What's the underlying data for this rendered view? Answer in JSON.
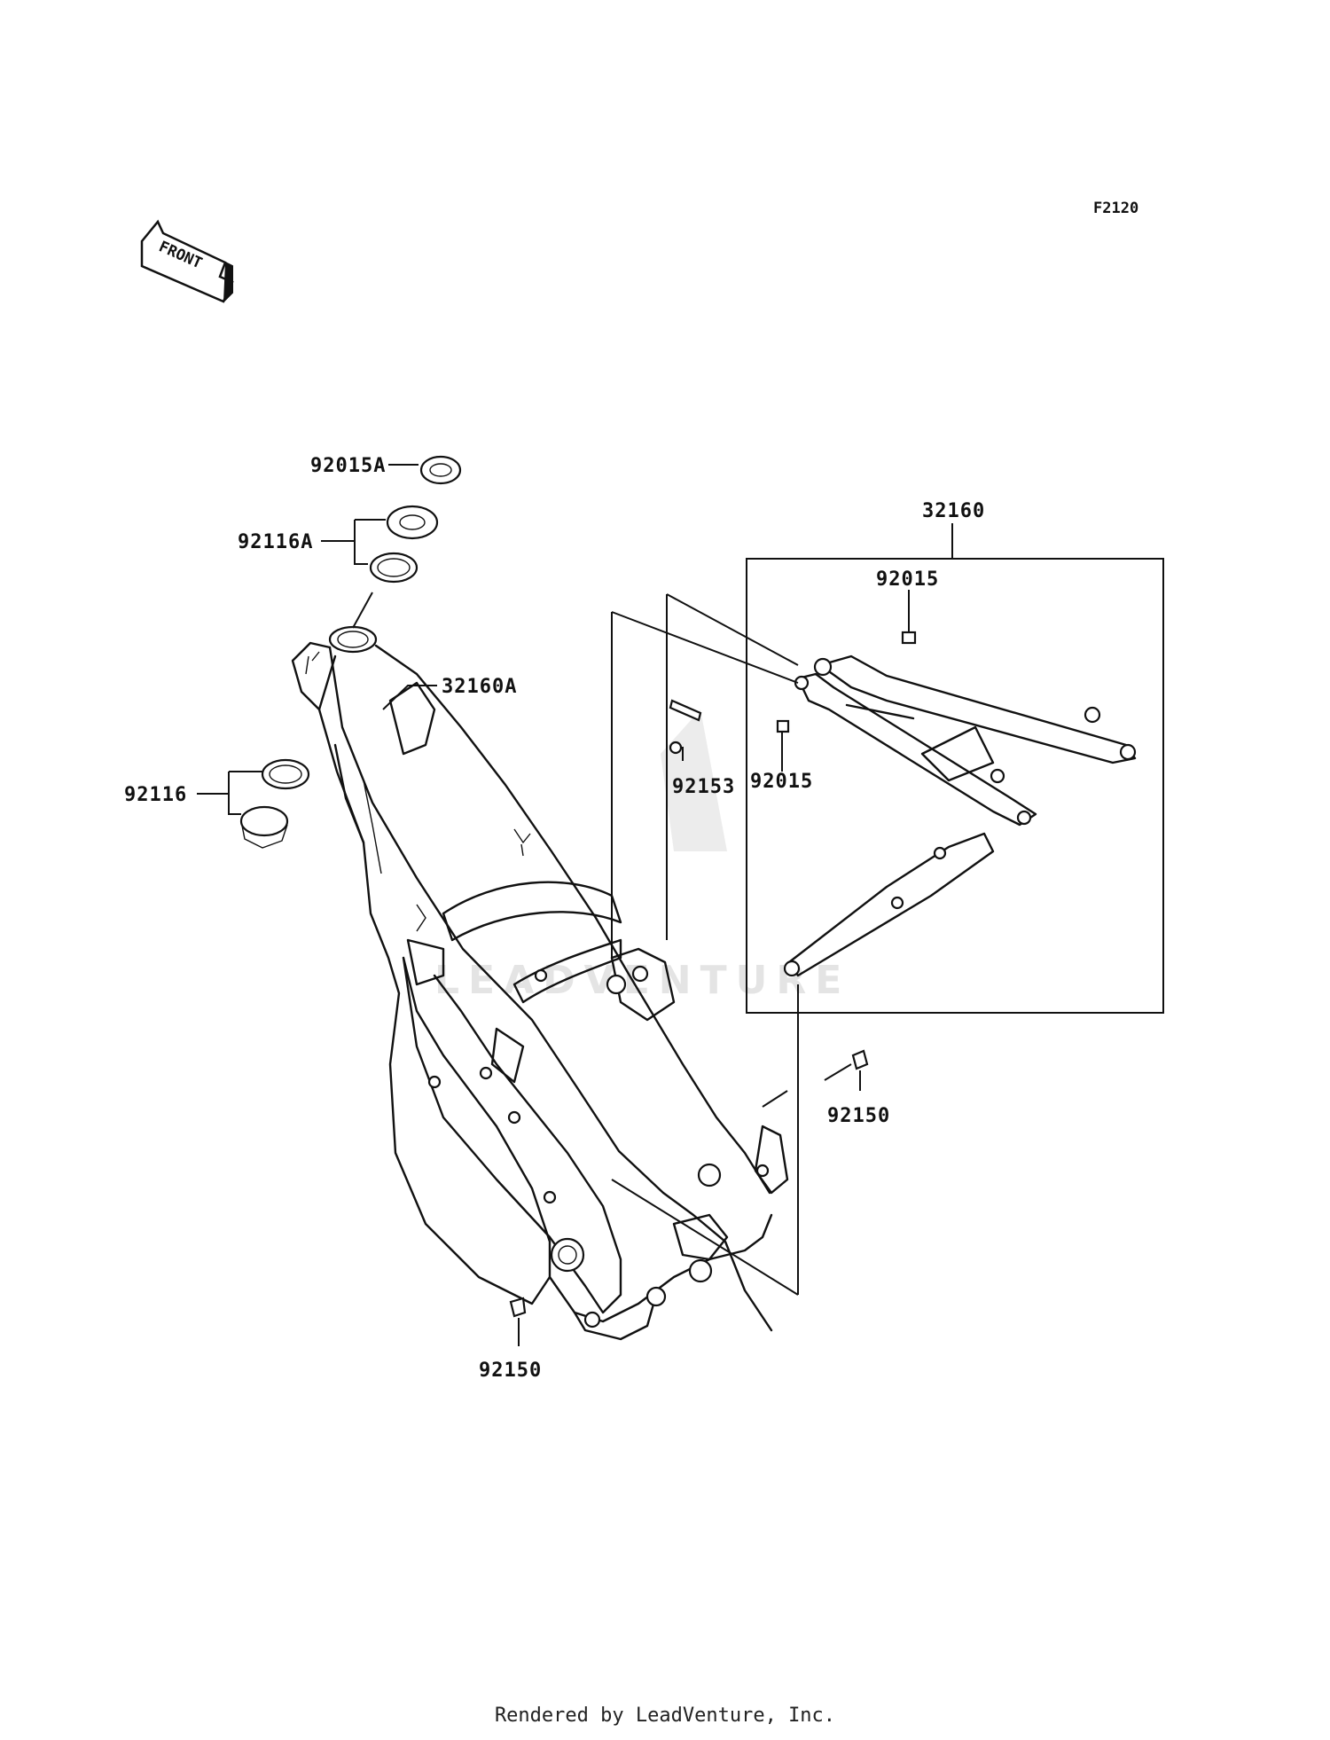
{
  "diagram": {
    "code": "F2120",
    "front_label": "FRONT",
    "watermark": "LEADVENTURE",
    "footer": "Rendered by LeadVenture, Inc.",
    "parts": [
      {
        "id": "92015A"
      },
      {
        "id": "92116A"
      },
      {
        "id": "32160A"
      },
      {
        "id": "92116"
      },
      {
        "id": "32160"
      },
      {
        "id": "92015"
      },
      {
        "id": "92153"
      },
      {
        "id": "92015"
      },
      {
        "id": "92150"
      },
      {
        "id": "92150"
      }
    ]
  }
}
